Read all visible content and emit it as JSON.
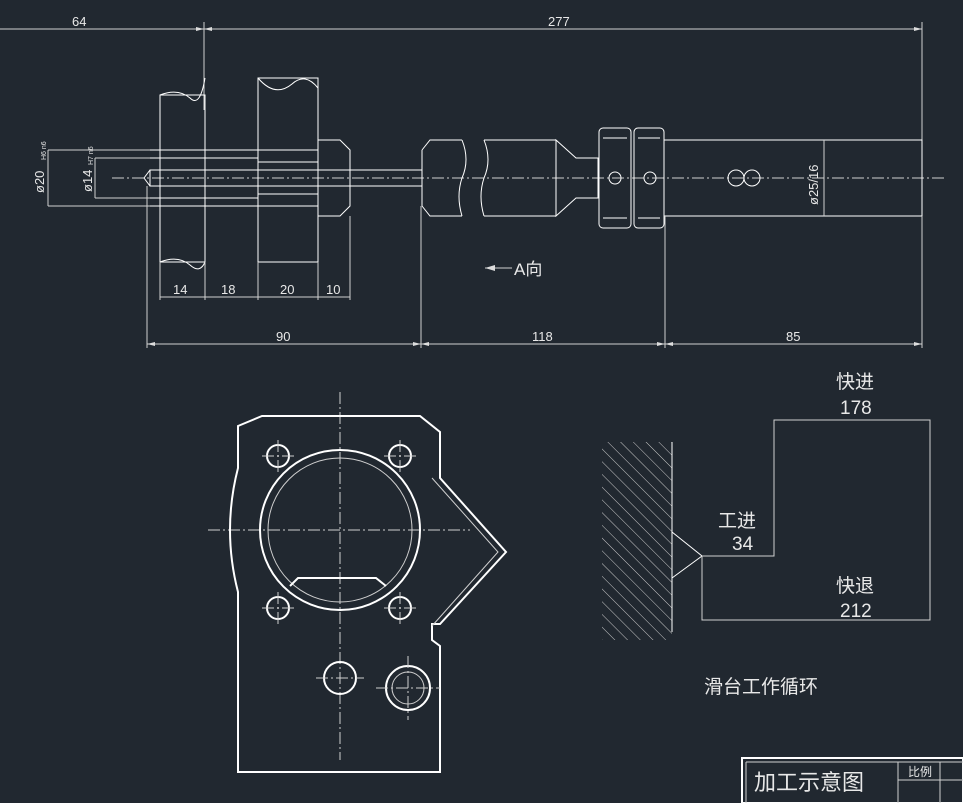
{
  "dimensions": {
    "top_left": "64",
    "top_right": "277",
    "bottom_90": "90",
    "bottom_118": "118",
    "bottom_85": "85",
    "d14": "14",
    "d18": "18",
    "d20": "20",
    "d10": "10",
    "dia20": "ø20",
    "dia14": "ø14",
    "dia25": "ø25/16",
    "tol20": "H6 n6",
    "tol14": "H7 n6"
  },
  "labels": {
    "view_a": "A向",
    "fast_forward": "快进",
    "fast_forward_val": "178",
    "work_feed": "工进",
    "work_feed_val": "34",
    "fast_back": "快退",
    "fast_back_val": "212",
    "cycle_title": "滑台工作循环",
    "title_block_name": "加工示意图",
    "title_block_scale": "比例"
  },
  "colors": {
    "background": "#212830",
    "lines": "#ffffff"
  }
}
